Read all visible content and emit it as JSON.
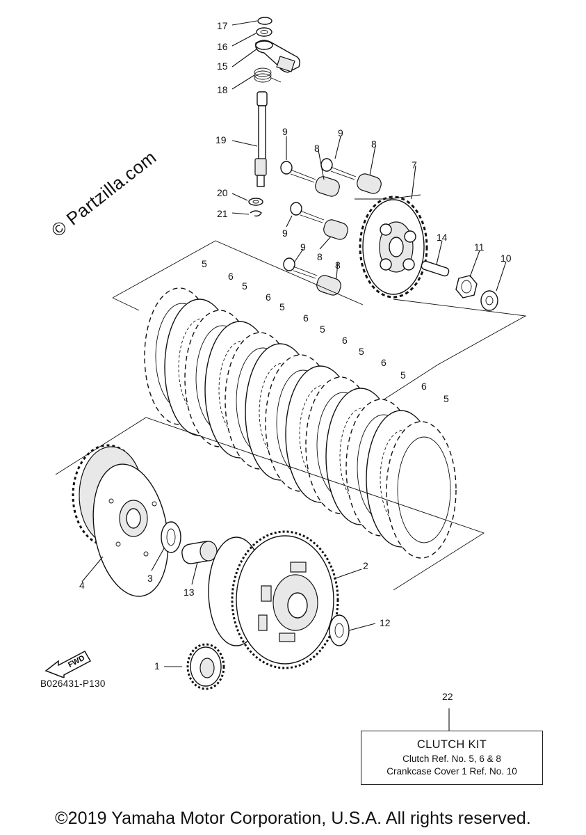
{
  "watermark": "© Partzilla.com",
  "diagram_code": "B026431-P130",
  "fwd_label": "FWD",
  "callouts": [
    "1",
    "2",
    "3",
    "4",
    "5",
    "6",
    "7",
    "8",
    "9",
    "10",
    "11",
    "12",
    "13",
    "14",
    "15",
    "16",
    "17",
    "18",
    "19",
    "20",
    "21",
    "22"
  ],
  "kit": {
    "title": "CLUTCH KIT",
    "line1": "Clutch Ref. No. 5, 6 & 8",
    "line2": "Crankcase Cover 1 Ref. No. 10"
  },
  "copyright": "©2019 Yamaha Motor Corporation, U.S.A. All rights reserved."
}
